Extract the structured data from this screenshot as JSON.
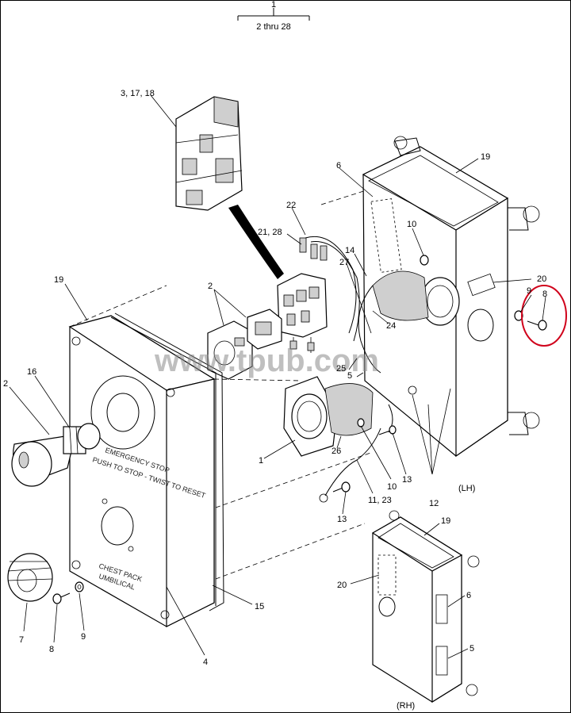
{
  "header": {
    "index_number": "1",
    "range_text": "2 thru 28"
  },
  "watermark": "www.tpub.com",
  "panel": {
    "top_text": "EMERGENCY STOP",
    "sub_text": "PUSH TO STOP - TWIST TO RESET",
    "bottom_line1": "CHEST PACK",
    "bottom_line2": "UMBILICAL"
  },
  "side_labels": {
    "lh": "(LH)",
    "rh": "(RH)"
  },
  "callouts": {
    "c1": "1",
    "c2a": "2",
    "c2b": "2",
    "c3_17_18": "3, 17, 18",
    "c4": "4",
    "c5a": "5",
    "c5b": "5",
    "c6a": "6",
    "c6b": "6",
    "c7": "7",
    "c8a": "8",
    "c8b": "8",
    "c9a": "9",
    "c9b": "9",
    "c10a": "10",
    "c10b": "10",
    "c11_23": "11, 23",
    "c12": "12",
    "c13a": "13",
    "c13b": "13",
    "c14": "14",
    "c15": "15",
    "c16": "16",
    "c19a": "19",
    "c19b": "19",
    "c19c": "19",
    "c20a": "20",
    "c20b": "20",
    "c21_28": "21, 28",
    "c22": "22",
    "c24": "24",
    "c25": "25",
    "c26": "26",
    "c27": "27"
  },
  "highlight_color": "#d0021b"
}
